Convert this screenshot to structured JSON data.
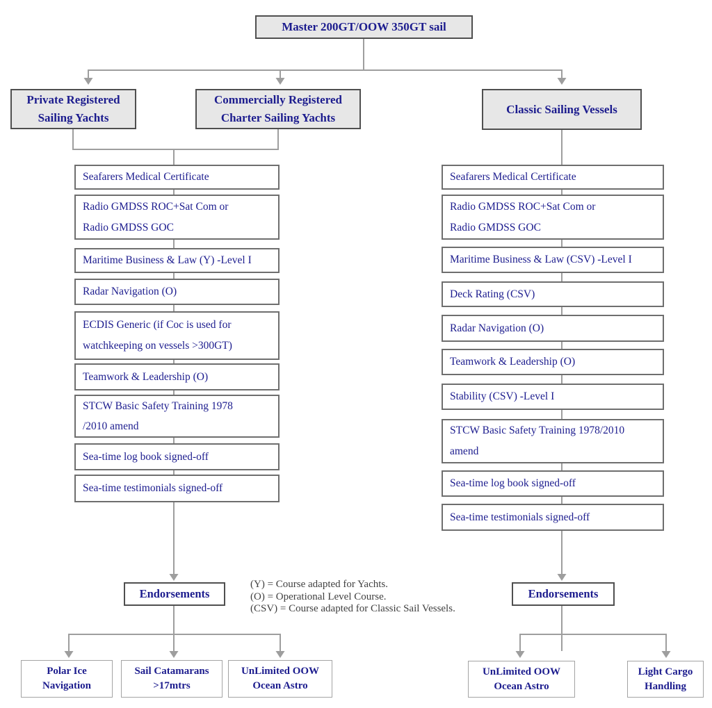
{
  "title": "Master 200GT/OOW 350GT sail",
  "branches": {
    "private": {
      "lines": [
        "Private Registered",
        "Sailing Yachts"
      ]
    },
    "commercial": {
      "lines": [
        "Commercially Registered",
        "Charter Sailing Yachts"
      ]
    },
    "classic": {
      "lines": [
        "Classic Sailing Vessels"
      ]
    }
  },
  "yacht_path": {
    "requirements": [
      {
        "lines": [
          "Seafarers Medical Certificate"
        ]
      },
      {
        "lines": [
          "Radio GMDSS ROC+Sat Com or",
          "Radio GMDSS GOC"
        ]
      },
      {
        "lines": [
          "Maritime Business & Law (Y) -Level I"
        ]
      },
      {
        "lines": [
          "Radar Navigation (O)"
        ]
      },
      {
        "lines": [
          "ECDIS Generic (if Coc is used for",
          "watchkeeping on vessels >300GT)"
        ]
      },
      {
        "lines": [
          "Teamwork & Leadership (O)"
        ]
      },
      {
        "lines": [
          "STCW Basic  Safety Training 1978",
          "/2010 amend"
        ]
      },
      {
        "lines": [
          "Sea-time log book signed-off"
        ]
      },
      {
        "lines": [
          "Sea-time testimonials signed-off"
        ]
      }
    ],
    "endorsements_label": "Endorsements",
    "endorsements": [
      {
        "lines": [
          "Polar Ice",
          "Navigation"
        ]
      },
      {
        "lines": [
          "Sail Catamarans",
          ">17mtrs"
        ]
      },
      {
        "lines": [
          "UnLimited OOW",
          "Ocean Astro"
        ]
      }
    ]
  },
  "classic_path": {
    "requirements": [
      {
        "lines": [
          "Seafarers Medical Certificate"
        ]
      },
      {
        "lines": [
          "Radio GMDSS ROC+Sat Com or",
          "Radio GMDSS GOC"
        ]
      },
      {
        "lines": [
          "Maritime Business & Law (CSV) -Level I"
        ]
      },
      {
        "lines": [
          "Deck Rating (CSV)"
        ]
      },
      {
        "lines": [
          "Radar Navigation (O)"
        ]
      },
      {
        "lines": [
          "Teamwork & Leadership (O)"
        ]
      },
      {
        "lines": [
          "Stability (CSV) -Level I"
        ]
      },
      {
        "lines": [
          "STCW Basic  Safety Training 1978/2010",
          "amend"
        ]
      },
      {
        "lines": [
          "Sea-time log book signed-off"
        ]
      },
      {
        "lines": [
          "Sea-time testimonials signed-off"
        ]
      }
    ],
    "endorsements_label": "Endorsements",
    "endorsements": [
      {
        "lines": [
          "UnLimited OOW",
          "Ocean Astro"
        ]
      },
      {
        "lines": [
          "Light Cargo",
          "Handling"
        ]
      }
    ]
  },
  "legend": {
    "lines": [
      "(Y) = Course adapted for Yachts.",
      "(O) = Operational Level Course.",
      "(CSV) = Course adapted for Classic Sail Vessels."
    ]
  },
  "colors": {
    "text": "#1c1c8e",
    "header_fill": "#e7e7e7",
    "connector": "#9e9e9e",
    "legend_text": "#3f3f3f"
  }
}
